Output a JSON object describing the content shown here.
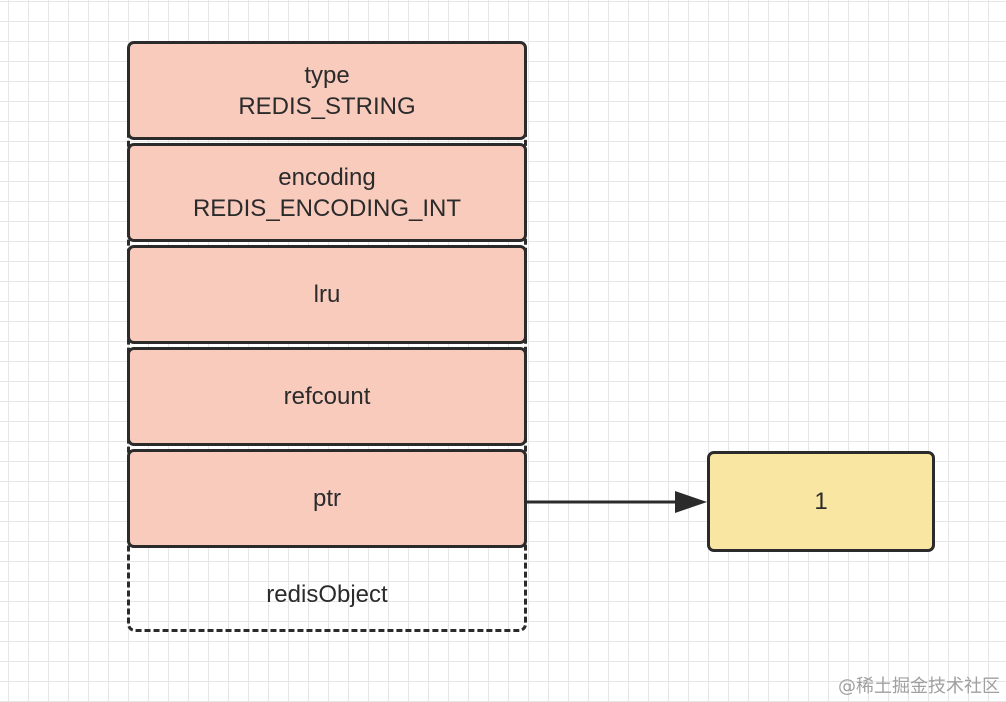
{
  "redis_object": {
    "label": "redisObject",
    "fields": [
      {
        "name": "type",
        "value": "REDIS_STRING"
      },
      {
        "name": "encoding",
        "value": "REDIS_ENCODING_INT"
      },
      {
        "name": "lru"
      },
      {
        "name": "refcount"
      },
      {
        "name": "ptr"
      }
    ]
  },
  "pointed_value": {
    "label": "1"
  },
  "watermark": "@稀土掘金技术社区",
  "colors": {
    "field_fill": "#f8cbbd",
    "value_fill": "#fae6a3",
    "stroke": "#2b2b2b",
    "grid": "#e6e6e6"
  }
}
